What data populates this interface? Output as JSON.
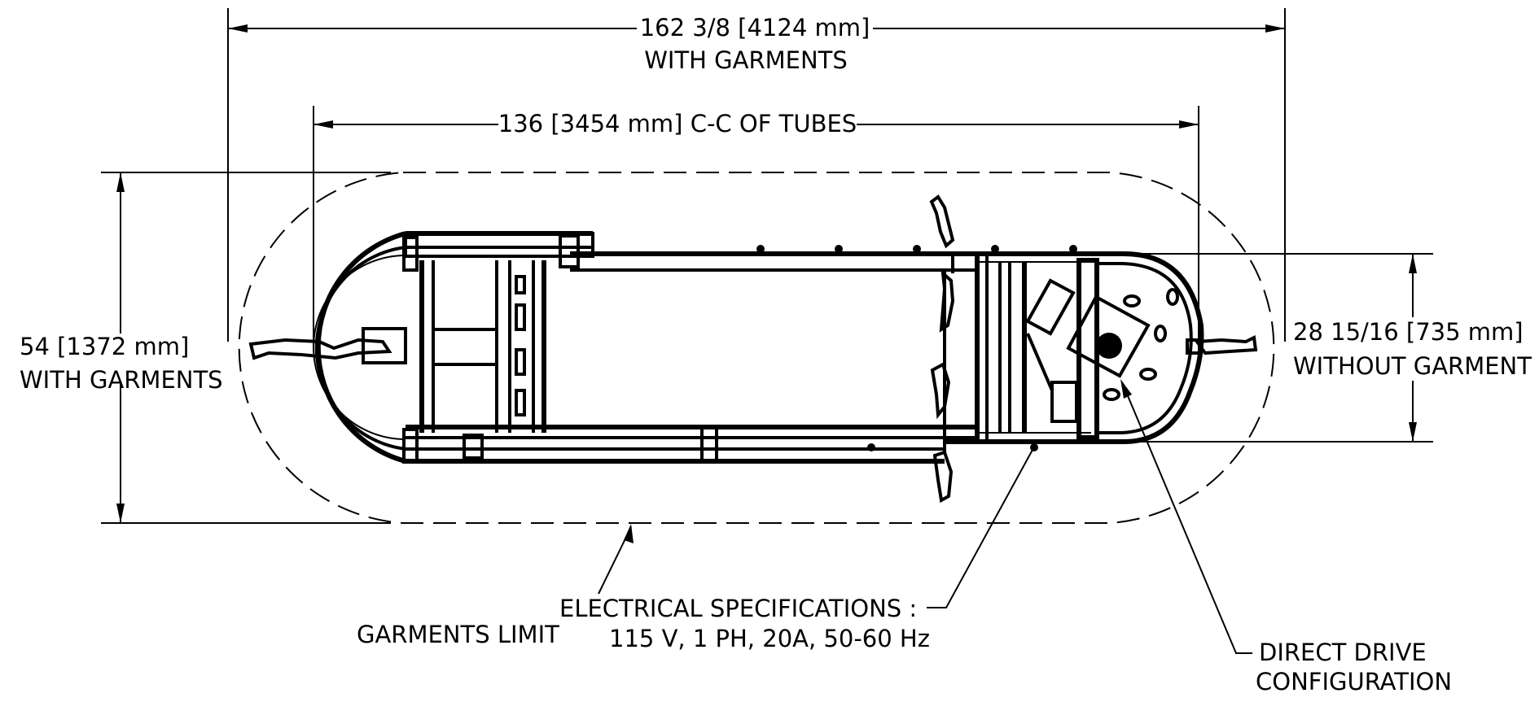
{
  "dimensions": {
    "overall_length": "162 3/8 [4124 mm]",
    "overall_length_note": "WITH GARMENTS",
    "tube_spacing": "136 [3454 mm] C-C OF TUBES",
    "overall_width": "54 [1372 mm]",
    "overall_width_note": "WITH GARMENTS",
    "inner_width": "28 15/16 [735 mm]",
    "inner_width_note": "WITHOUT GARMENT"
  },
  "callouts": {
    "garments_limit": "GARMENTS LIMIT",
    "electrical_title": "ELECTRICAL SPECIFICATIONS :",
    "electrical_value": "115 V, 1 PH, 20A, 50-60 Hz",
    "drive_line1": "DIRECT DRIVE",
    "drive_line2": "CONFIGURATION"
  }
}
